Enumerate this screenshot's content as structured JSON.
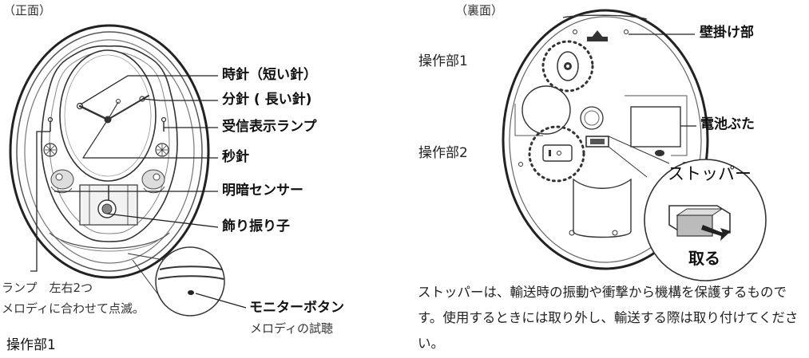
{
  "front": {
    "caption": "（正面）",
    "labels": {
      "hour_hand": "時針（短い針）",
      "minute_hand": "分針 ( 長い針)",
      "receive_lamp": "受信表示ランプ",
      "second_hand": "秒針",
      "light_sensor": "明暗センサー",
      "pendulum": "飾り振り子",
      "monitor_button": "モニターボタン"
    },
    "notes": {
      "lamp_line1": "ランプ　左右2つ",
      "lamp_line2": "メロディに合わせて点滅。",
      "monitor_sub": "メロディの試聴",
      "operation1": "操作部1"
    }
  },
  "back": {
    "caption": "（裏面）",
    "labels": {
      "wall_hook": "壁掛け部",
      "battery_cover": "電池ぶた",
      "operation1": "操作部1",
      "operation2": "操作部2",
      "stopper": "ストッパー",
      "remove": "取る"
    },
    "paragraph": "ストッパーは、輸送時の振動や衝撃から機構を保護するものです。使用するときには取り外し、輸送する際は取り付けてください。"
  }
}
